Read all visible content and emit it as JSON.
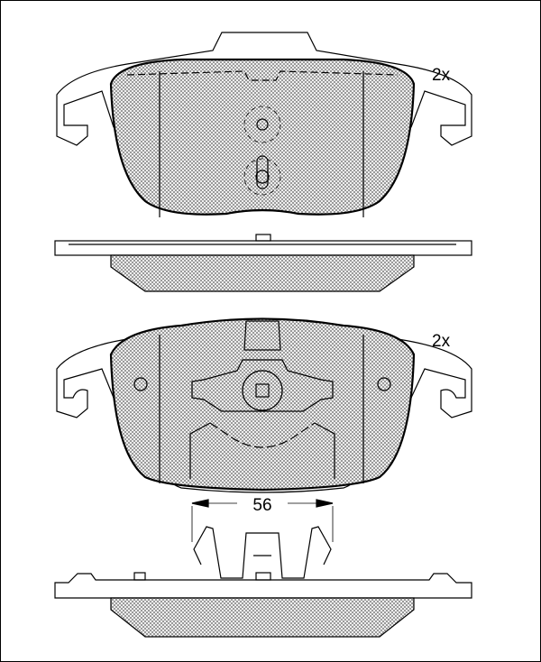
{
  "top_pad": {
    "quantity_label": "2x"
  },
  "bottom_pad": {
    "quantity_label": "2x",
    "dimension_label": "56"
  }
}
